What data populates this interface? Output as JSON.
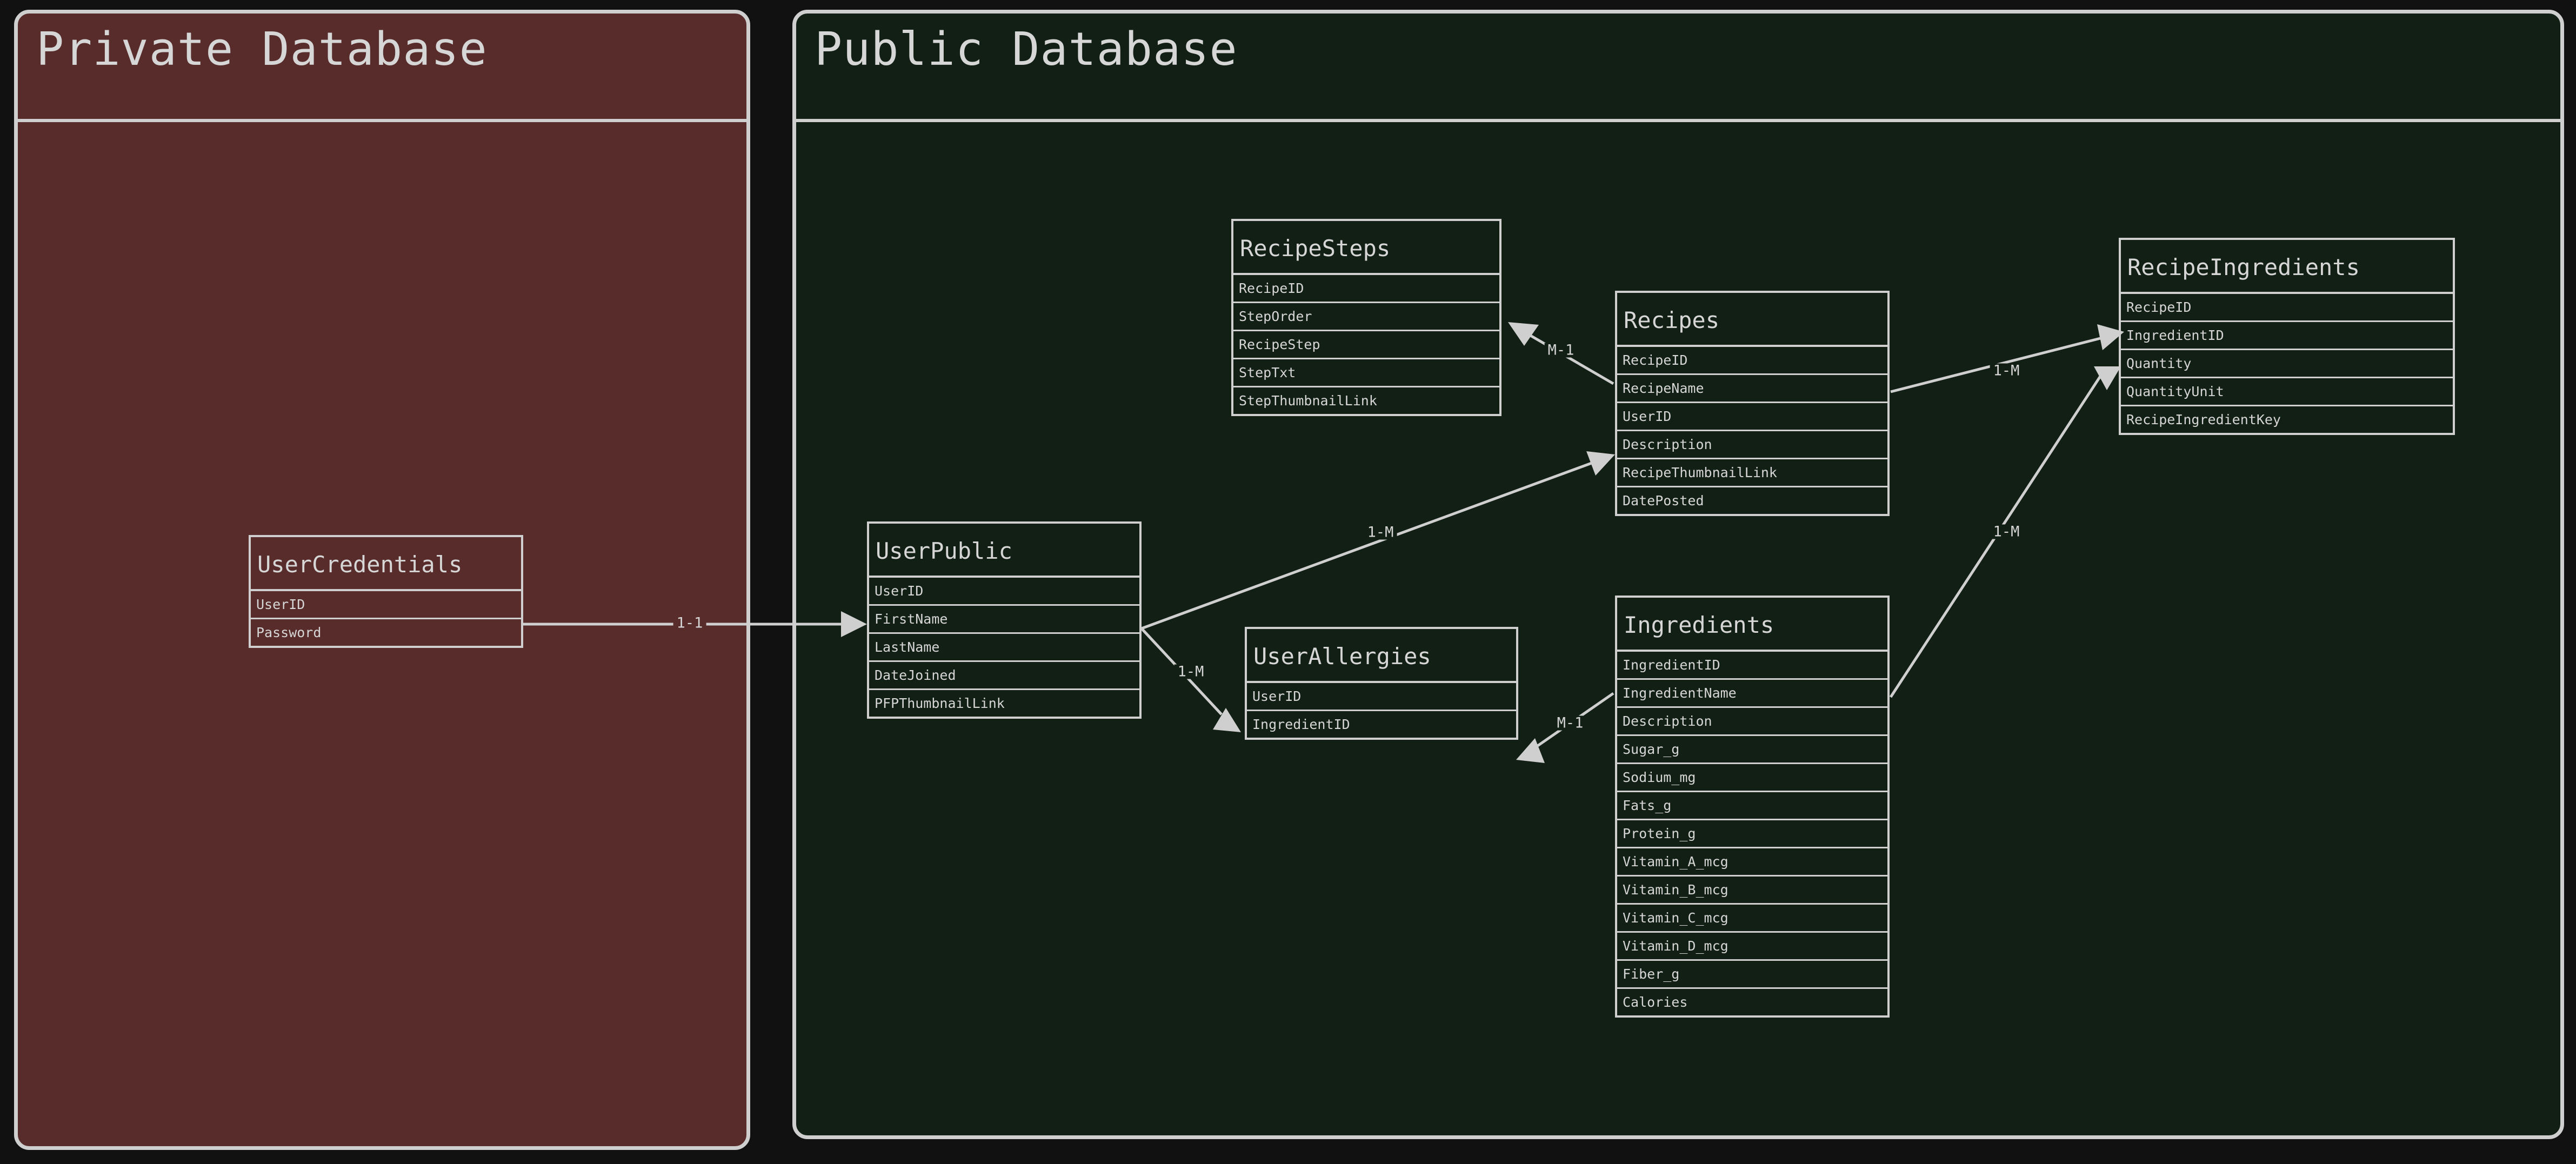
{
  "diagram": {
    "type": "entity-relationship-diagram",
    "page_background": "#111111",
    "line_color": "#cfcfcf",
    "text_color": "#d6d6d6"
  },
  "containers": [
    {
      "id": "private",
      "title": "Private Database",
      "background": "#582c2b"
    },
    {
      "id": "public",
      "title": "Public Database",
      "background": "#121f15"
    }
  ],
  "entities": {
    "user_credentials": {
      "name": "UserCredentials",
      "attributes": [
        "UserID",
        "Password"
      ]
    },
    "user_public": {
      "name": "UserPublic",
      "attributes": [
        "UserID",
        "FirstName",
        "LastName",
        "DateJoined",
        "PFPThumbnailLink"
      ]
    },
    "recipe_steps": {
      "name": "RecipeSteps",
      "attributes": [
        "RecipeID",
        "StepOrder",
        "RecipeStep",
        "StepTxt",
        "StepThumbnailLink"
      ]
    },
    "recipes": {
      "name": "Recipes",
      "attributes": [
        "RecipeID",
        "RecipeName",
        "UserID",
        "Description",
        "RecipeThumbnailLink",
        "DatePosted"
      ]
    },
    "recipe_ingredients": {
      "name": "RecipeIngredients",
      "attributes": [
        "RecipeID",
        "IngredientID",
        "Quantity",
        "QuantityUnit",
        "RecipeIngredientKey"
      ]
    },
    "user_allergies": {
      "name": "UserAllergies",
      "attributes": [
        "UserID",
        "IngredientID"
      ]
    },
    "ingredients": {
      "name": "Ingredients",
      "attributes": [
        "IngredientID",
        "IngredientName",
        "Description",
        "Sugar_g",
        "Sodium_mg",
        "Fats_g",
        "Protein_g",
        "Vitamin_A_mcg",
        "Vitamin_B_mcg",
        "Vitamin_C_mcg",
        "Vitamin_D_mcg",
        "Fiber_g",
        "Calories"
      ]
    }
  },
  "relationships": [
    {
      "id": "cred_to_public",
      "from": "UserCredentials.UserID",
      "to": "UserPublic.UserID",
      "cardinality": "1-1"
    },
    {
      "id": "public_to_recipes",
      "from": "UserPublic.UserID",
      "to": "Recipes.UserID",
      "cardinality": "1-M"
    },
    {
      "id": "public_to_allergies",
      "from": "UserPublic.UserID",
      "to": "UserAllergies.UserID",
      "cardinality": "1-M"
    },
    {
      "id": "recipes_to_steps",
      "from": "Recipes.RecipeID",
      "to": "RecipeSteps.RecipeID",
      "cardinality": "M-1"
    },
    {
      "id": "recipes_to_recipeingredients",
      "from": "Recipes.RecipeID",
      "to": "RecipeIngredients.RecipeID",
      "cardinality": "1-M"
    },
    {
      "id": "ingredients_to_recipeingredients",
      "from": "Ingredients.IngredientID",
      "to": "RecipeIngredients.IngredientID",
      "cardinality": "1-M"
    },
    {
      "id": "ingredients_to_allergies",
      "from": "Ingredients.IngredientID",
      "to": "UserAllergies.IngredientID",
      "cardinality": "M-1"
    }
  ]
}
